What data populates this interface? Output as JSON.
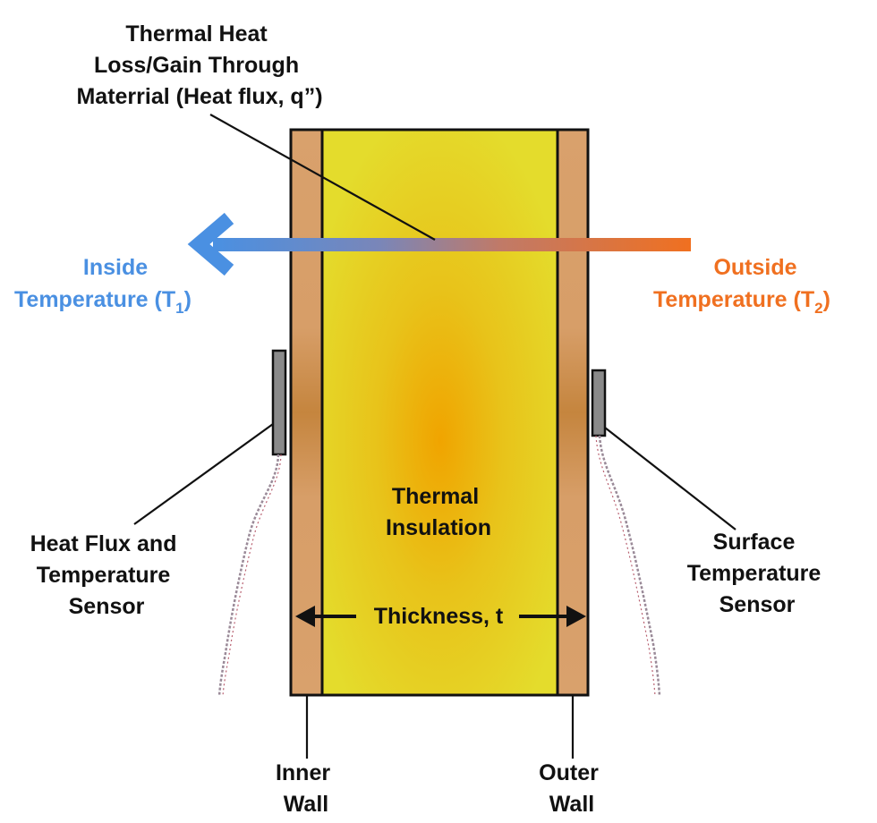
{
  "labels": {
    "heat_flux_title": [
      "Thermal Heat",
      "Loss/Gain Through",
      "Materrial (Heat flux, q”)"
    ],
    "inside_temp": {
      "line1": "Inside",
      "line2": "Temperature (T",
      "subscript": "1",
      "close": ")"
    },
    "outside_temp": {
      "line1": "Outside",
      "line2": "Temperature (T",
      "subscript": "2",
      "close": ")"
    },
    "heat_flux_sensor": [
      "Heat Flux and",
      "Temperature",
      "Sensor"
    ],
    "surface_temp_sensor": [
      "Surface",
      "Temperature",
      "Sensor"
    ],
    "insulation": [
      "Thermal",
      "Insulation"
    ],
    "thickness": "Thickness, t",
    "inner_wall": [
      "Inner",
      "Wall"
    ],
    "outer_wall": [
      "Outer",
      "Wall"
    ]
  },
  "colors": {
    "inside": "#4a90e2",
    "outside": "#f07020",
    "wall": "#d49c66",
    "insulation_center": "#f2a500",
    "insulation_edge": "#e2d82a",
    "outline": "#111111",
    "sensor": "#8a8a8a"
  }
}
